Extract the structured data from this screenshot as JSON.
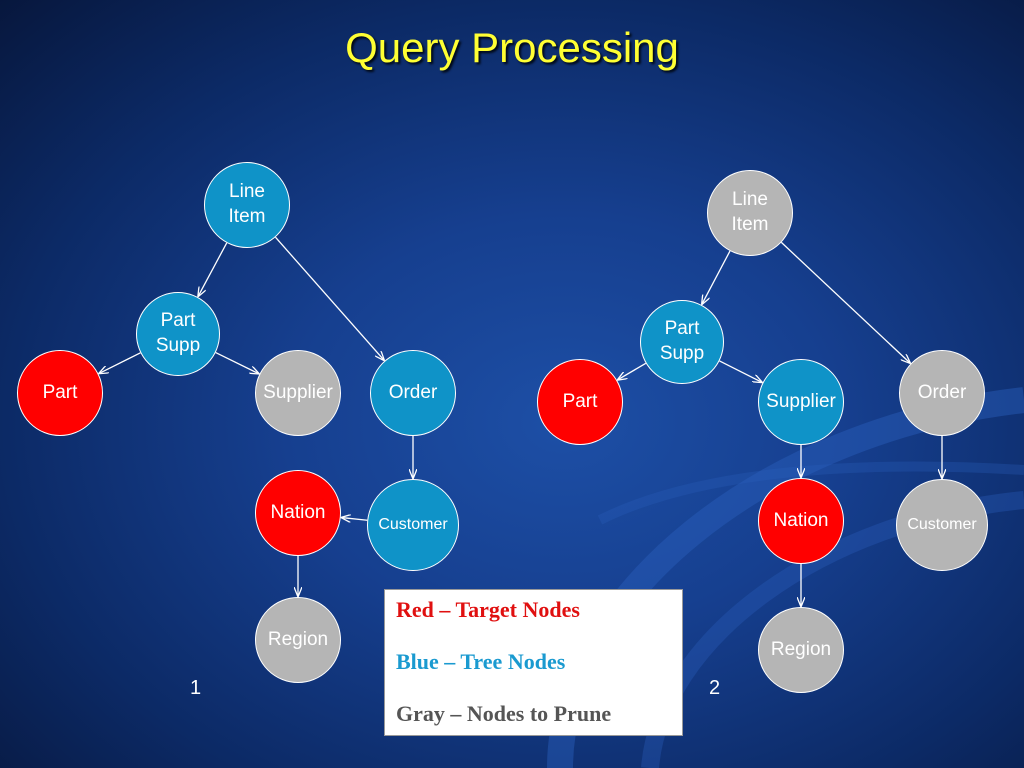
{
  "title": "Query Processing",
  "colors": {
    "tree": "#0f93c8",
    "target": "#ff0000",
    "prune": "#b5b5b5",
    "legend_red": "#e01010",
    "legend_blue": "#1a9ad0",
    "legend_gray": "#555555"
  },
  "graphs": [
    {
      "label": "1",
      "nodes": [
        {
          "id": "lineitem",
          "text": "Line\nItem",
          "type": "tree"
        },
        {
          "id": "partsupp",
          "text": "Part\nSupp",
          "type": "tree"
        },
        {
          "id": "part",
          "text": "Part",
          "type": "target"
        },
        {
          "id": "supplier",
          "text": "Supplier",
          "type": "prune"
        },
        {
          "id": "order",
          "text": "Order",
          "type": "tree"
        },
        {
          "id": "customer",
          "text": "Customer",
          "type": "tree"
        },
        {
          "id": "nation",
          "text": "Nation",
          "type": "target"
        },
        {
          "id": "region",
          "text": "Region",
          "type": "prune"
        }
      ],
      "edges": [
        [
          "lineitem",
          "partsupp"
        ],
        [
          "lineitem",
          "order"
        ],
        [
          "partsupp",
          "part"
        ],
        [
          "partsupp",
          "supplier"
        ],
        [
          "order",
          "customer"
        ],
        [
          "customer",
          "nation"
        ],
        [
          "nation",
          "region"
        ]
      ]
    },
    {
      "label": "2",
      "nodes": [
        {
          "id": "lineitem",
          "text": "Line\nItem",
          "type": "prune"
        },
        {
          "id": "partsupp",
          "text": "Part\nSupp",
          "type": "tree"
        },
        {
          "id": "part",
          "text": "Part",
          "type": "target"
        },
        {
          "id": "supplier",
          "text": "Supplier",
          "type": "tree"
        },
        {
          "id": "order",
          "text": "Order",
          "type": "prune"
        },
        {
          "id": "customer",
          "text": "Customer",
          "type": "prune"
        },
        {
          "id": "nation",
          "text": "Nation",
          "type": "target"
        },
        {
          "id": "region",
          "text": "Region",
          "type": "prune"
        }
      ],
      "edges": [
        [
          "lineitem",
          "partsupp"
        ],
        [
          "lineitem",
          "order"
        ],
        [
          "partsupp",
          "part"
        ],
        [
          "partsupp",
          "supplier"
        ],
        [
          "order",
          "customer"
        ],
        [
          "supplier",
          "nation"
        ],
        [
          "nation",
          "region"
        ]
      ]
    }
  ],
  "legend": {
    "red": "Red – Target Nodes",
    "blue": "Blue – Tree Nodes",
    "gray": "Gray – Nodes to Prune"
  }
}
